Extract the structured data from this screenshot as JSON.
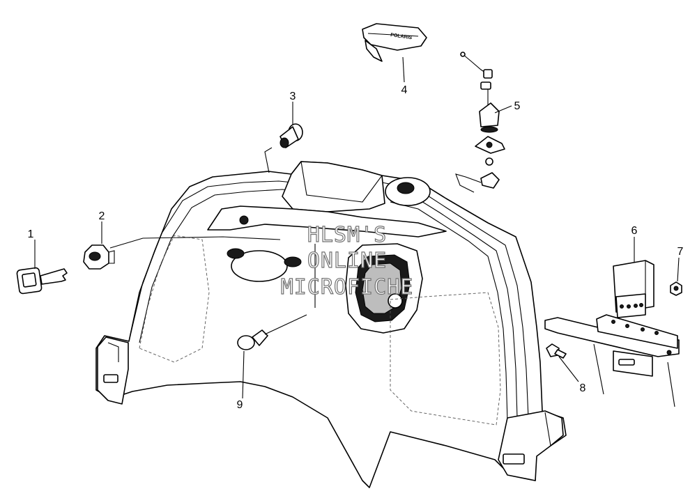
{
  "callouts": [
    "1",
    "2",
    "3",
    "4",
    "5",
    "6",
    "7",
    "8",
    "9"
  ],
  "watermark": [
    "HLSM'S",
    "ONLINE",
    "MICROFICHE"
  ],
  "brand_on_part": "POLARIS"
}
